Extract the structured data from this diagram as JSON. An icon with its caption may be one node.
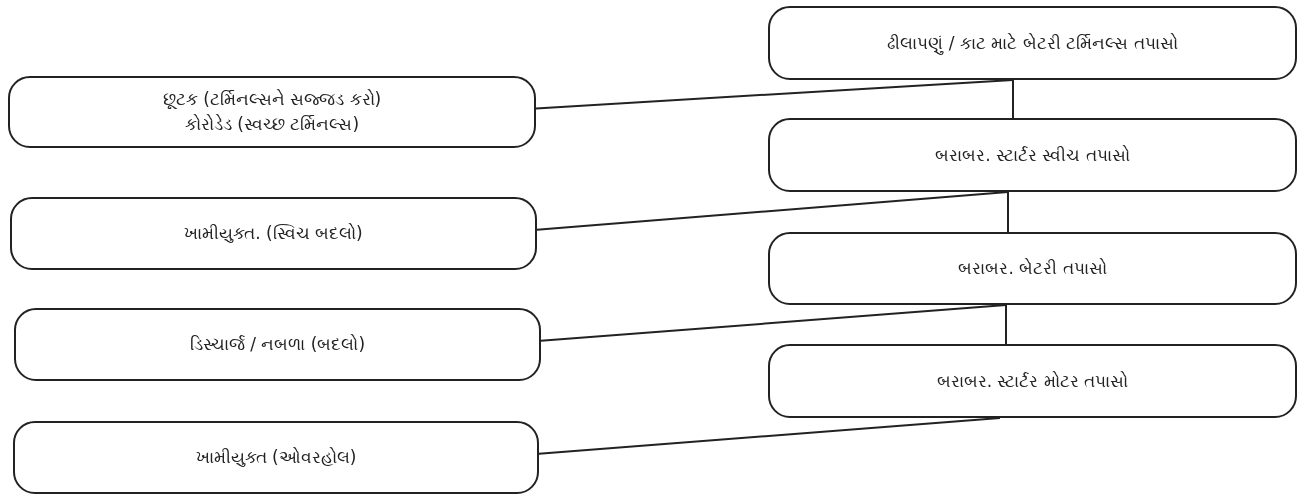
{
  "diagram": {
    "nodes": [
      {
        "text": [
          "ઢીલાપણું / કાટ માટે બેટરી ટર્મિનલ્સ તપાસો"
        ]
      },
      {
        "text": [
          "છૂટક (ટર્મિનલ્સને સજ્જડ કરો)",
          "કોરોડેડ (સ્વચ્છ ટર્મિનલ્સ)"
        ]
      },
      {
        "text": [
          "બરાબર. સ્ટાર્ટર સ્વીચ તપાસો"
        ]
      },
      {
        "text": [
          "ખામીયુક્ત. (સ્વિચ બદલો)"
        ]
      },
      {
        "text": [
          "બરાબર. બેટરી તપાસો"
        ]
      },
      {
        "text": [
          "ડિસ્ચાર્જ / નબળા (બદલો)"
        ]
      },
      {
        "text": [
          "બરાબર. સ્ટાર્ટર મોટર તપાસો"
        ]
      },
      {
        "text": [
          "ખામીયુક્ત (ઓવરહોલ)"
        ]
      }
    ],
    "edges": [
      {
        "from": 0,
        "to": 2,
        "arrow": "none"
      },
      {
        "from": 2,
        "to": 4,
        "arrow": "none"
      },
      {
        "from": 4,
        "to": 6,
        "arrow": "none"
      },
      {
        "from": 1,
        "to": 0,
        "arrow": "none"
      },
      {
        "from": 3,
        "to": 2,
        "arrow": "none"
      },
      {
        "from": 5,
        "to": 4,
        "arrow": "none"
      },
      {
        "from": 7,
        "to": 6,
        "arrow": "none"
      }
    ]
  }
}
